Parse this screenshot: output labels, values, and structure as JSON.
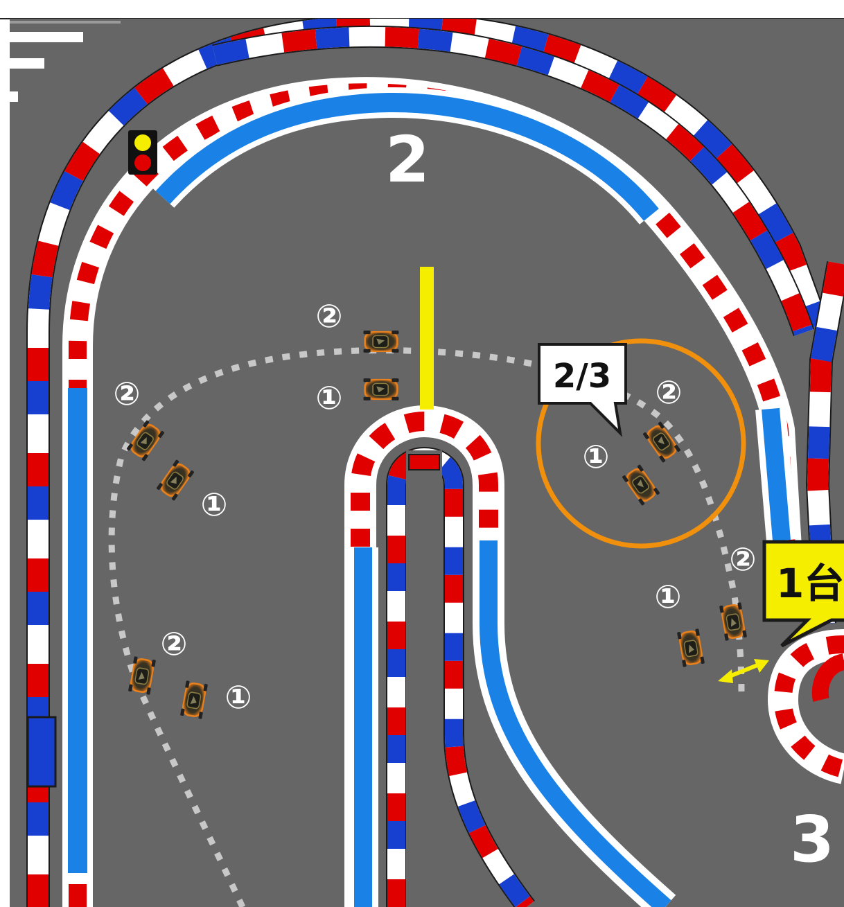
{
  "diagram": {
    "turn_numbers": [
      "2",
      "3"
    ],
    "callouts": {
      "formation": "2/3",
      "single_car": "1台"
    },
    "car_markers": {
      "first": "①",
      "second": "②"
    },
    "colors": {
      "asphalt": "#666666",
      "kerb_red": "#e00000",
      "kerb_blue": "#1740d0",
      "kerb_white": "#ffffff",
      "inner_blue_line": "#1a82e6",
      "racing_line_dots": "#c8c8c8",
      "clipping_point_line": "#f6ee00",
      "highlight_ring": "#f0900c",
      "callout_yellow": "#f6ee00",
      "spacing_arrow": "#f6ee00"
    },
    "icons": [
      "traffic-light-icon",
      "drift-car-icon",
      "double-arrow-icon"
    ]
  }
}
